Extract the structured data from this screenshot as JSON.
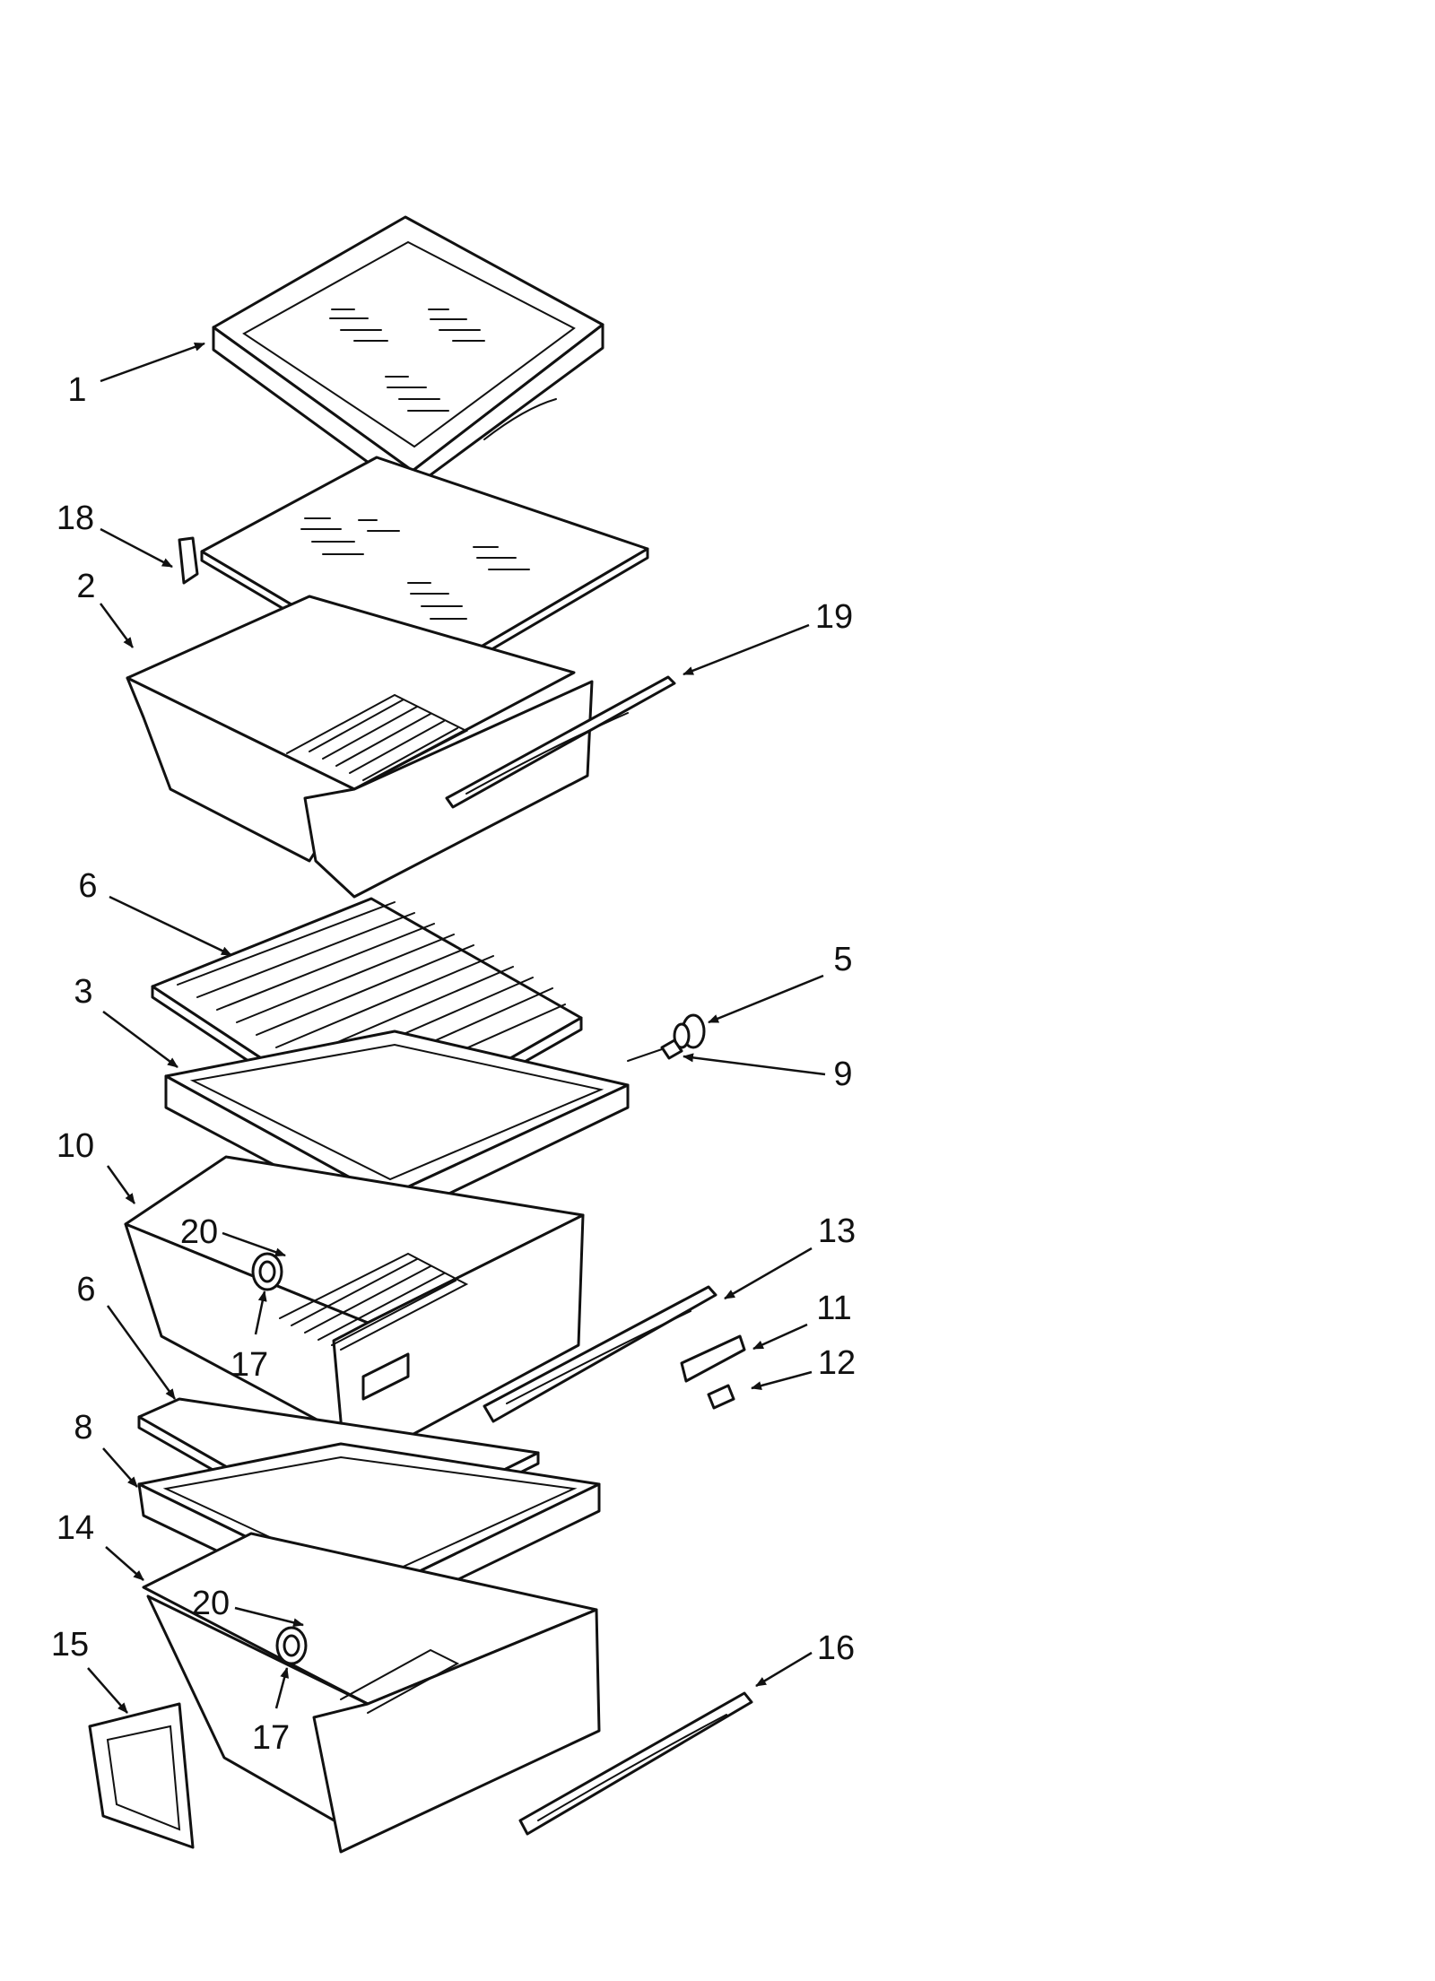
{
  "callouts": [
    {
      "id": "c1",
      "text": "1"
    },
    {
      "id": "c18",
      "text": "18"
    },
    {
      "id": "c2",
      "text": "2"
    },
    {
      "id": "c19",
      "text": "19"
    },
    {
      "id": "c6a",
      "text": "6"
    },
    {
      "id": "c5",
      "text": "5"
    },
    {
      "id": "c3",
      "text": "3"
    },
    {
      "id": "c9",
      "text": "9"
    },
    {
      "id": "c10",
      "text": "10"
    },
    {
      "id": "c20a",
      "text": "20"
    },
    {
      "id": "c13",
      "text": "13"
    },
    {
      "id": "c6b",
      "text": "6"
    },
    {
      "id": "c11",
      "text": "11"
    },
    {
      "id": "c17a",
      "text": "17"
    },
    {
      "id": "c12",
      "text": "12"
    },
    {
      "id": "c8",
      "text": "8"
    },
    {
      "id": "c14",
      "text": "14"
    },
    {
      "id": "c20b",
      "text": "20"
    },
    {
      "id": "c15",
      "text": "15"
    },
    {
      "id": "c16",
      "text": "16"
    },
    {
      "id": "c17b",
      "text": "17"
    }
  ],
  "colors": {
    "line": "#111111",
    "background": "#ffffff"
  }
}
